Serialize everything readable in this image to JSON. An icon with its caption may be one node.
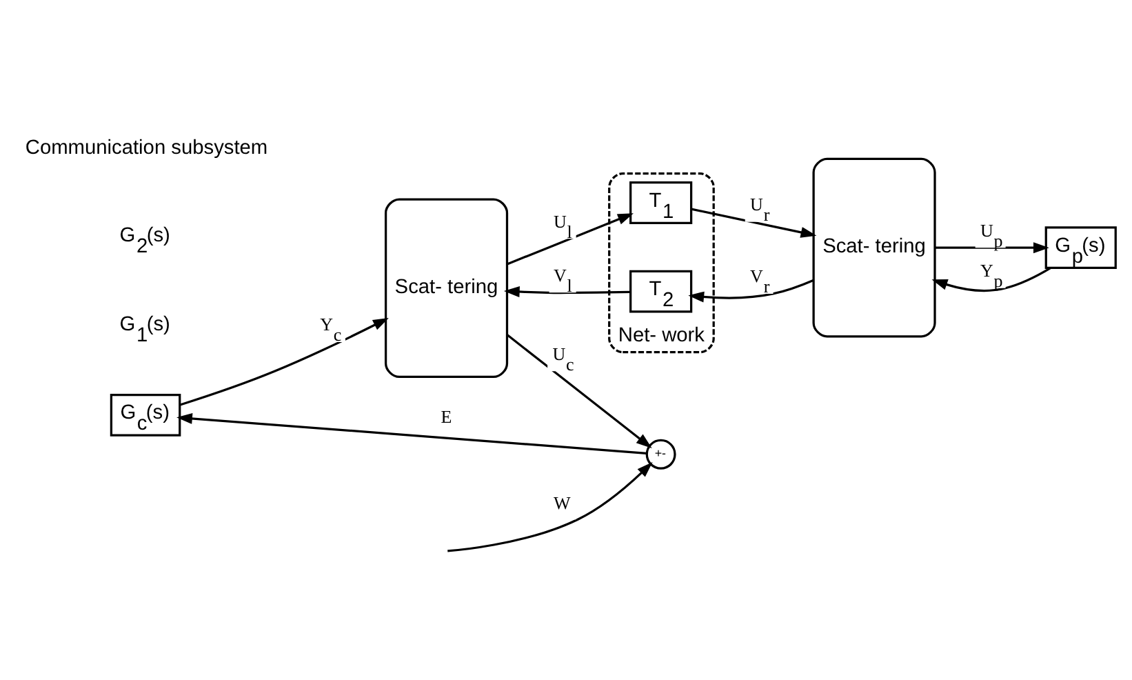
{
  "diagram": {
    "nodes": [
      {
        "text": [
          "G$_{c}$(s)"
        ]
      },
      {
        "text": [
          "Scat- tering"
        ]
      },
      {
        "text": [
          "Net- work"
        ]
      },
      {
        "text": [
          "T$_{1}$"
        ],
        "in": 2
      },
      {
        "text": [
          "T$_{2}$"
        ],
        "in": 2
      },
      {
        "text": [
          "Scat- tering"
        ]
      },
      {
        "text": [
          "G$_{p}$(s)"
        ]
      },
      {
        "text": [
          "+-"
        ]
      }
    ],
    "edges": [
      {
        "from": 0,
        "to": 1,
        "arrow": "to",
        "label": "Y$_{c}$"
      },
      {
        "from": 1,
        "to": 3,
        "arrow": "to",
        "label": "U$_{l}$"
      },
      {
        "from": 3,
        "to": 5,
        "arrow": "to",
        "label": "U$_{r}$"
      },
      {
        "from": 5,
        "to": 6,
        "arrow": "to",
        "label": "U$_{p}$"
      },
      {
        "from": 6,
        "to": 5,
        "arrow": "to",
        "label": "Y$_{p}$"
      },
      {
        "from": 5,
        "to": 4,
        "arrow": "to",
        "label": "V$_{r}$"
      },
      {
        "from": 4,
        "to": 1,
        "arrow": "to",
        "label": "V$_{l}$"
      },
      {
        "from": 1,
        "to": 7,
        "arrow": "to",
        "label": "U$_{c}$"
      },
      {
        "from": null,
        "to": 7,
        "arrow": "to",
        "label": "W"
      },
      {
        "from": 7,
        "to": 0,
        "arrow": "to",
        "label": "E"
      }
    ],
    "labels": [
      "G$_{1}$(s)",
      "G$_{2}$(s)",
      "Communication subsystem"
    ]
  }
}
